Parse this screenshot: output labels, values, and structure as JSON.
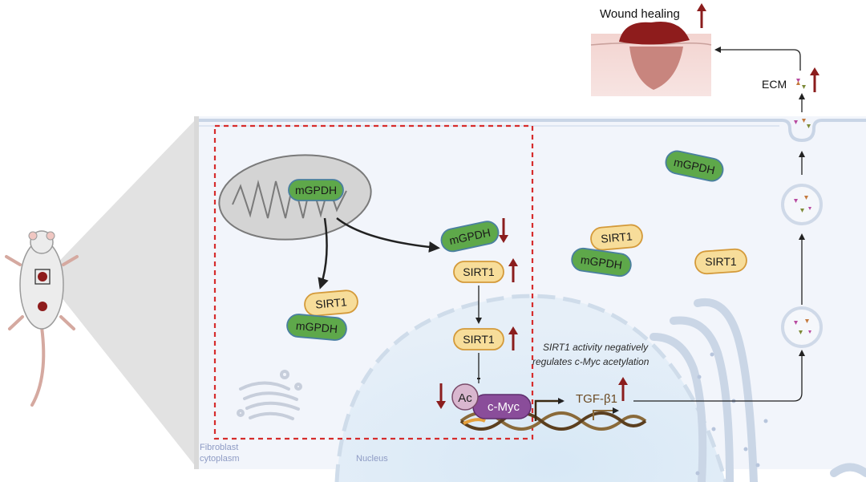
{
  "labels": {
    "wound_healing": "Wound healing",
    "ecm": "ECM",
    "mgpdh": "mGPDH",
    "sirt1": "SIRT1",
    "ac": "Ac",
    "cmyc": "c-Myc",
    "tgfb1": "TGF-β1",
    "note_line1": "SIRT1 activity negatively",
    "note_line2": "regulates c-Myc acetylation",
    "fibroblast_line1": "Fibroblast",
    "fibroblast_line2": "cytoplasm",
    "nucleus": "Nucleus"
  },
  "colors": {
    "mgpdh_fill": "#5ea84a",
    "mgpdh_stroke": "#4a7fa0",
    "sirt1_fill": "#f7dd9a",
    "sirt1_stroke": "#d49a3a",
    "arrow_up": "#8b1d1d",
    "dashed_box": "#d62c2c",
    "cell_bg": "#f2f5fb",
    "cmyc_fill": "#8a4d9a",
    "ac_fill": "#d9b7cf"
  },
  "icons": [
    "mouse-icon",
    "mitochondrion-icon",
    "golgi-icon",
    "dna-icon",
    "skin-wound-icon",
    "vesicle-icon",
    "er-icon"
  ]
}
